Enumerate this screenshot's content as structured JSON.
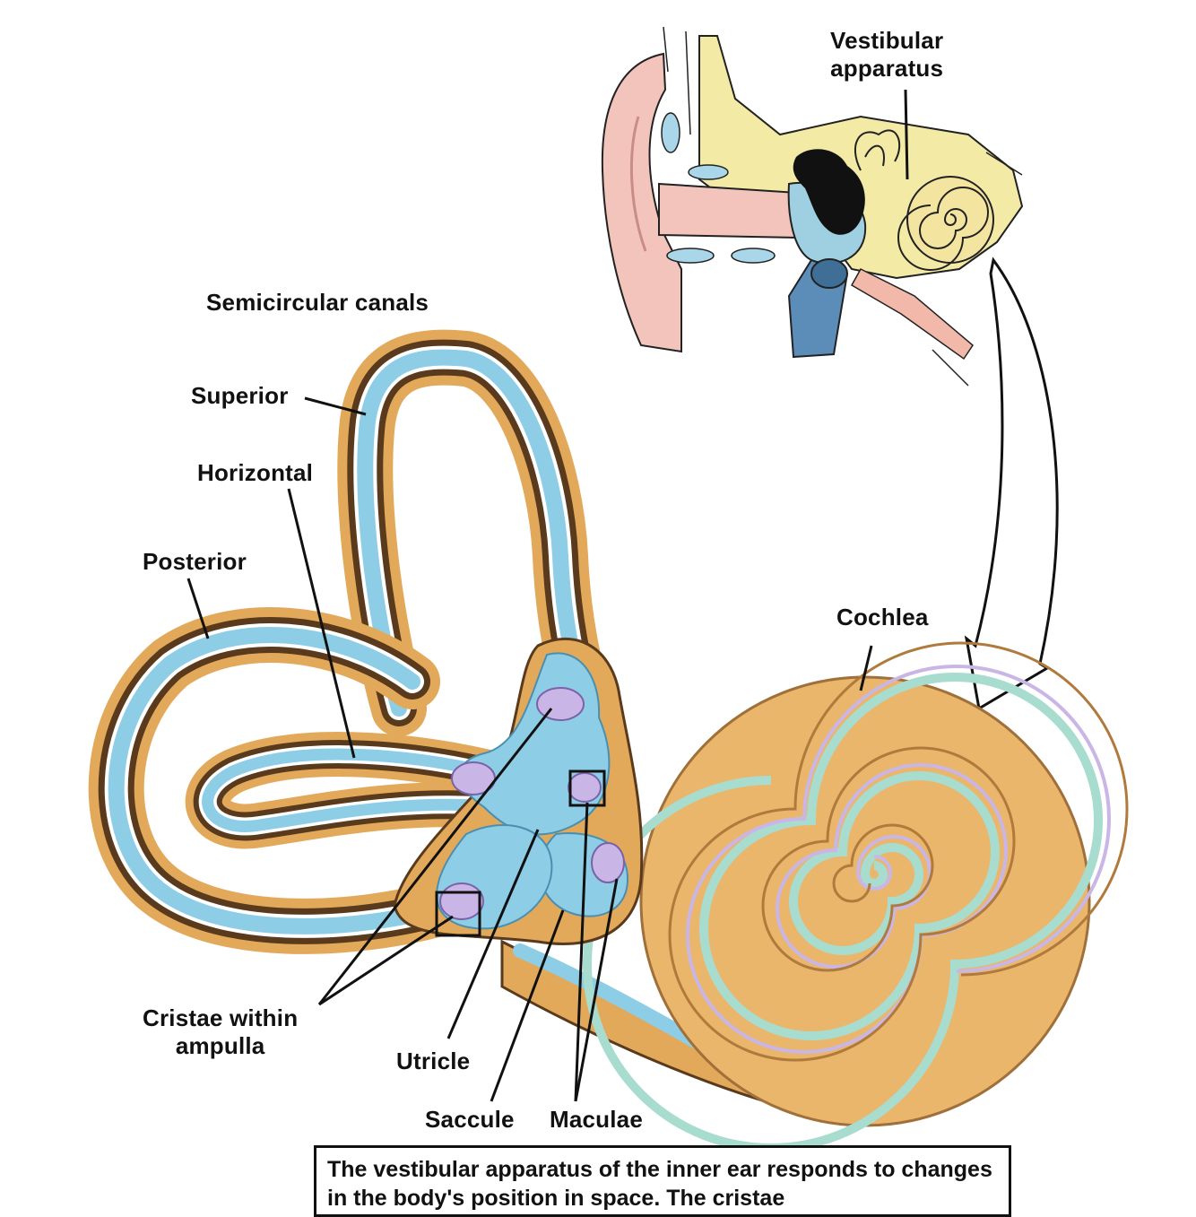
{
  "labels": {
    "vestibular_apparatus": "Vestibular\napparatus",
    "semicircular_canals": "Semicircular canals",
    "superior": "Superior",
    "horizontal": "Horizontal",
    "posterior": "Posterior",
    "cochlea": "Cochlea",
    "cristae": "Cristae within\nampulla",
    "utricle": "Utricle",
    "saccule": "Saccule",
    "maculae": "Maculae"
  },
  "caption": "The vestibular apparatus of the inner ear responds to changes in the body's position in space. The cristae",
  "colors": {
    "endolymph_blue": "#8ecde6",
    "bone_tan": "#e8b56a",
    "dark_brown": "#5a3a1c",
    "outer_ear_pink": "#f2c4bc",
    "yellow_bone": "#f3eaa6",
    "maculae_lilac": "#c9b6e6",
    "tube_blue": "#5b8db8"
  }
}
